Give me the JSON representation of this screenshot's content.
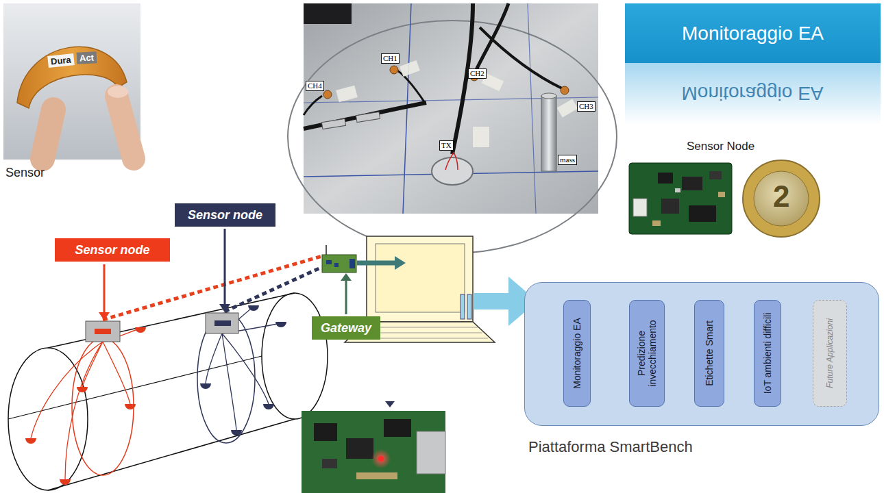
{
  "diagram": {
    "nodes": [
      {
        "text": [
          "Monitoraggio EA"
        ]
      },
      {
        "text": [
          "Sensor node"
        ]
      },
      {
        "text": [
          "Sensor node"
        ]
      },
      {
        "text": [
          "Gateway"
        ]
      },
      {
        "text": [
          "Piattaforma SmartBench"
        ]
      },
      {
        "text": [
          "Monitoraggio EA"
        ],
        "in": 4
      },
      {
        "text": [
          "Predizione invecchiamento"
        ],
        "in": 4
      },
      {
        "text": [
          "Etichette Smart"
        ],
        "in": 4
      },
      {
        "text": [
          "IoT ambienti difficili"
        ],
        "in": 4
      },
      {
        "text": [
          "Future Applicazioni"
        ],
        "in": 4
      }
    ],
    "labels": [
      "Dura",
      "Act",
      "Sensor",
      "CH1",
      "CH2",
      "CH3",
      "CH4",
      "TX",
      "mass",
      "Monitoraggio EA",
      "Sensor Node",
      "2"
    ]
  }
}
